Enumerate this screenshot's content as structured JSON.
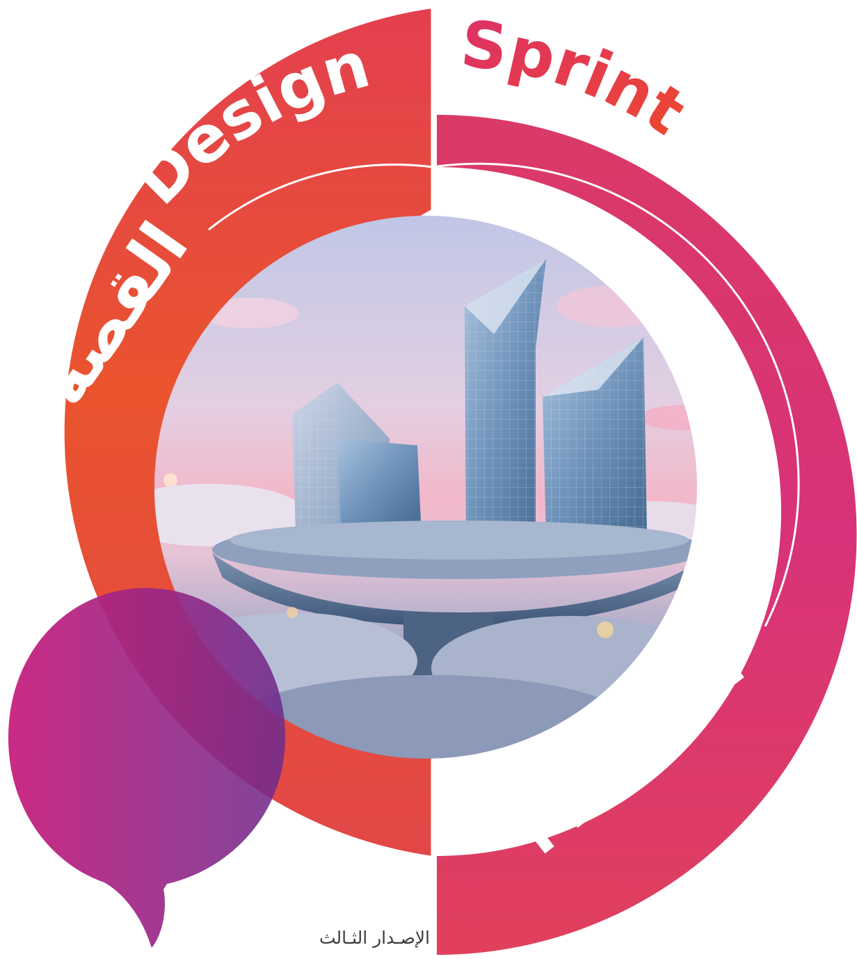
{
  "cover": {
    "title_en_left": "Design",
    "title_en_right": "Sprint",
    "title_ar_left": "القصة",
    "title_ar_right_conjunction": "و",
    "title_ar_right": "المفهوم",
    "edition": "الإصـدار الثـالث",
    "image_description_icon": "floating-glass-towers-illustration"
  },
  "colors": {
    "left_half_top": "#e5434e",
    "left_half_bottom": "#e8512f",
    "right_half": "#d9336e",
    "right_half_bottom": "#e0415a",
    "title_sprint": "#e8433f",
    "speech_bubble_left": "#c4207f",
    "speech_bubble_right": "#7a2f8f",
    "text_white": "#ffffff",
    "edition_text": "#3a3a3a"
  }
}
